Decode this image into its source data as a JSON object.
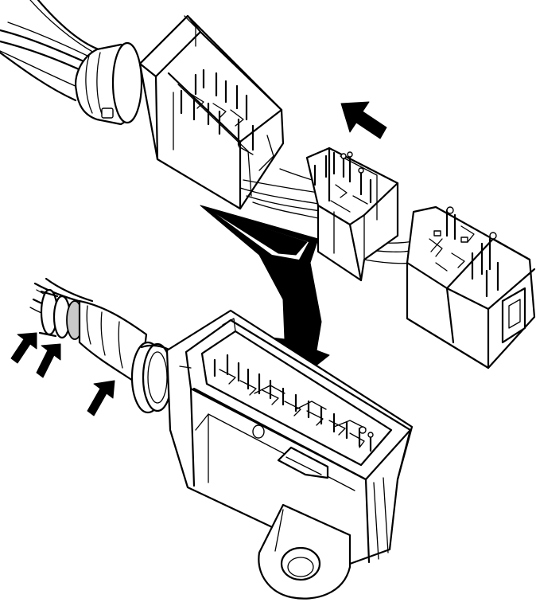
{
  "figure": {
    "components": [
      "upper-harness-plug",
      "detached-male-connector",
      "mating-socket-block",
      "lower-connector-housing",
      "mounting-lug"
    ],
    "indicators": {
      "direction_arrow": "arrow-icon",
      "assembly_arrow": "arrow-icon",
      "seal_arrows": 3
    },
    "colors": {
      "line": "#000000",
      "background": "#ffffff",
      "shade": "#c8c8c8"
    }
  }
}
